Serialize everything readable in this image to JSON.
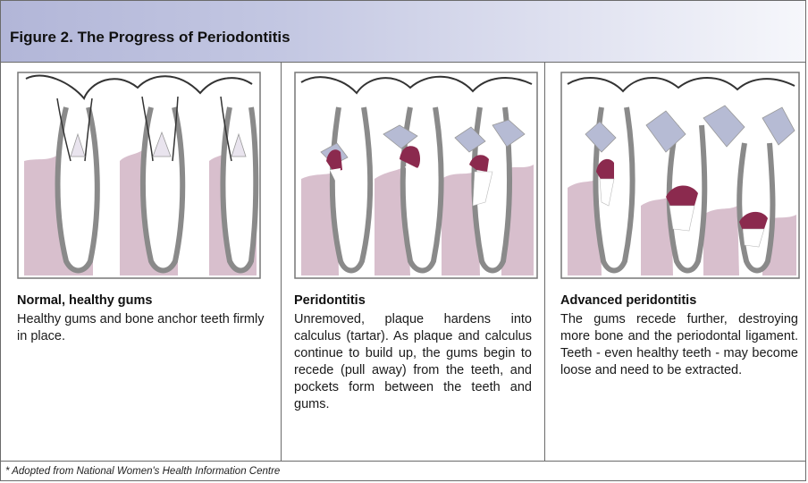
{
  "figure": {
    "title": "Figure 2. The Progress of Periodontitis",
    "footer": "* Adopted from National Women's Health Information Centre"
  },
  "panels": [
    {
      "heading": "Normal, healthy gums",
      "text": "Healthy gums and bone anchor teeth firmly in place."
    },
    {
      "heading": "Peridontitis",
      "text": "Unremoved, plaque hardens into calculus (tartar). As plaque and calculus continue to build up, the gums begin to recede (pull away) from the teeth, and pockets form between the teeth and gums."
    },
    {
      "heading": "Advanced peridontitis",
      "text": "The gums recede further, destroying more bone and the periodontal ligament. Teeth - even healthy teeth - may become loose and need to be extracted."
    }
  ],
  "colors": {
    "header_gradient_start": "#b2b6d8",
    "gum": "#d8bfcd",
    "bone_outline": "#7a7a7a",
    "plaque": "#8b2a4e",
    "tartar": "#b6bbd4"
  }
}
